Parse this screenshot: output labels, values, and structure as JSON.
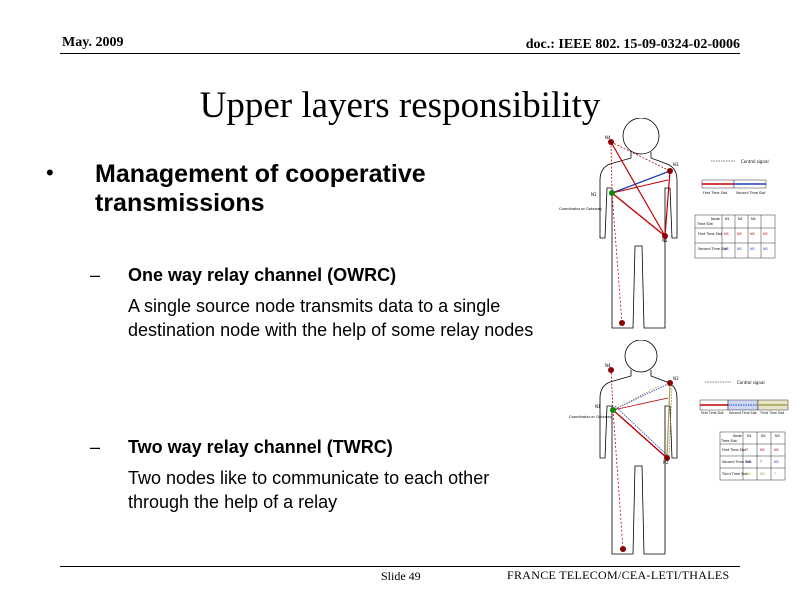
{
  "header": {
    "date": "May. 2009",
    "doc": "doc.: IEEE 802. 15-09-0324-02-0006"
  },
  "title": "Upper layers responsibility",
  "bullet": {
    "text": "Management of cooperative transmissions",
    "items": [
      {
        "heading": "One way relay channel (OWRC)",
        "body": "A single source node transmits data to a single destination node with the help of some relay nodes"
      },
      {
        "heading": "Two way relay channel (TWRC)",
        "body": "Two nodes like to communicate to each other through the help of a relay"
      }
    ]
  },
  "footer": {
    "slide": "Slide 49",
    "org": "FRANCE TELECOM/CEA-LETI/THALES"
  },
  "figures": [
    {
      "nodes": [
        "N4",
        "N3",
        "N1",
        "N2"
      ],
      "gateway_label": "Coordinator or Gateway",
      "legend_control": "Control signal",
      "legend_slots": [
        "First Time Slot",
        "Second Time Slot"
      ],
      "table": {
        "header": [
          "Node",
          "N1",
          "N2",
          "N4"
        ],
        "row_label": "Time Slot",
        "rows": [
          {
            "label": "First Time Slot",
            "cells": [
              "NS",
              "NS",
              "NS",
              "NS"
            ]
          },
          {
            "label": "Second Time Slot",
            "cells": [
              "NS",
              "NS",
              "NS",
              "NS"
            ]
          }
        ]
      },
      "colors": {
        "red": "#c00000",
        "blue": "#1f3fbf",
        "green": "#0a8a0a",
        "node": "#8b0000"
      }
    },
    {
      "nodes": [
        "N4",
        "N3",
        "N1",
        "N2"
      ],
      "gateway_label": "Coordinator or Gateway",
      "legend_control": "Control signal",
      "legend_slots": [
        "First Time Slot",
        "Second Time Slot",
        "Third Time Slot"
      ],
      "table": {
        "header": [
          "Node",
          "N1",
          "N2",
          "N3"
        ],
        "row_label": "Time Slot",
        "rows": [
          {
            "label": "First Time Slot",
            "cells": [
              "T",
              "NS",
              "NS"
            ]
          },
          {
            "label": "Second Time Slot",
            "cells": [
              "NS",
              "T",
              "NS"
            ]
          },
          {
            "label": "Third Time Slot",
            "cells": [
              "NS",
              "NS",
              "T"
            ]
          }
        ]
      },
      "colors": {
        "red": "#c00000",
        "blue": "#1f3fbf",
        "olive": "#a7a055",
        "green": "#0a8a0a",
        "node": "#8b0000"
      }
    }
  ]
}
